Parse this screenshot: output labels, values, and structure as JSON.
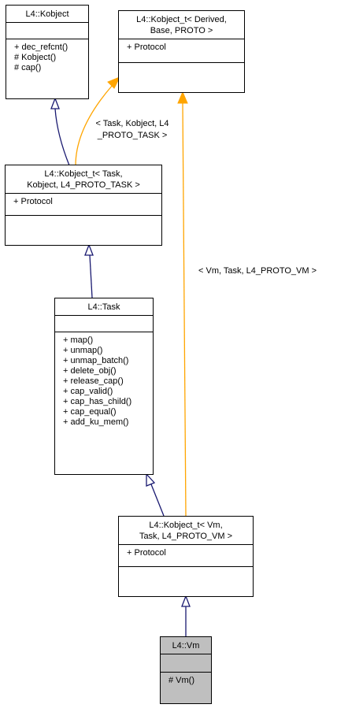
{
  "colors": {
    "inheritance": "#191970",
    "template": "#ffa500",
    "highlight": "#bfbfbf"
  },
  "classes": {
    "kobject": {
      "title": "L4::Kobject",
      "attributes": [],
      "methods": [
        "+ dec_refcnt()",
        "# Kobject()",
        "# cap()"
      ]
    },
    "kobject_t_generic": {
      "title": "L4::Kobject_t< Derived,\nBase, PROTO >",
      "attributes": [
        "+ Protocol"
      ],
      "methods": []
    },
    "kobject_t_task": {
      "title": "L4::Kobject_t< Task,\nKobject, L4_PROTO_TASK >",
      "attributes": [
        "+ Protocol"
      ],
      "methods": []
    },
    "task": {
      "title": "L4::Task",
      "attributes": [],
      "methods": [
        "+ map()",
        "+ unmap()",
        "+ unmap_batch()",
        "+ delete_obj()",
        "+ release_cap()",
        "+ cap_valid()",
        "+ cap_has_child()",
        "+ cap_equal()",
        "+ add_ku_mem()"
      ]
    },
    "kobject_t_vm": {
      "title": "L4::Kobject_t< Vm,\nTask, L4_PROTO_VM >",
      "attributes": [
        "+ Protocol"
      ],
      "methods": []
    },
    "vm": {
      "title": "L4::Vm",
      "attributes": [],
      "methods": [
        "# Vm()"
      ]
    }
  },
  "edge_labels": {
    "task_template": "< Task, Kobject, L4\n_PROTO_TASK >",
    "vm_template": "< Vm, Task, L4_PROTO_VM >"
  }
}
